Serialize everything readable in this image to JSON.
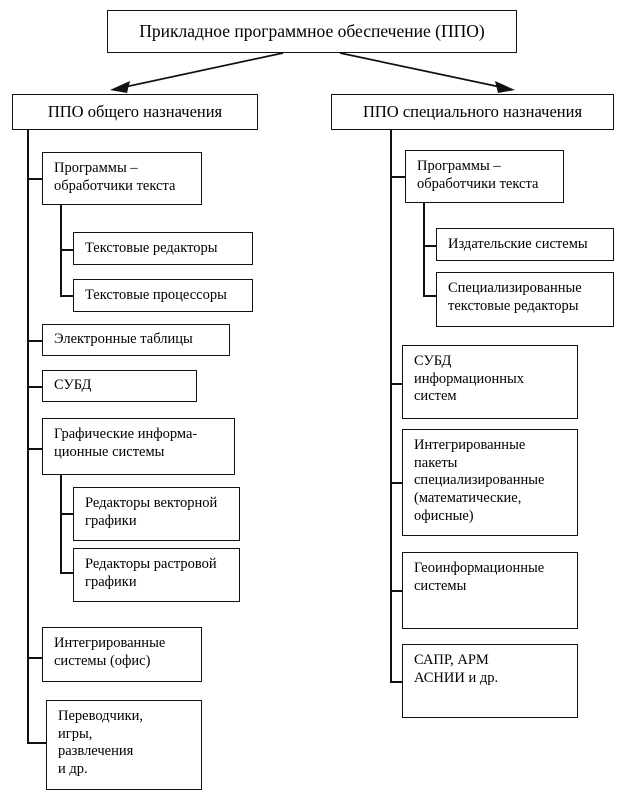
{
  "diagram": {
    "title": "Прикладное программное обеспечение (ППО)",
    "branches": {
      "left": {
        "header": "ППО общего назначения",
        "items": [
          "Программы –\nобработчики текста",
          "Текстовые редакторы",
          "Текстовые процессоры",
          "Электронные  таблицы",
          "СУБД",
          "Графические информа-\nционные системы",
          "Редакторы векторной\nграфики",
          "Редакторы растровой\nграфики",
          "Интегрированные\nсистемы (офис)",
          "Переводчики,\nигры,\nразвлечения\nи др."
        ]
      },
      "right": {
        "header": "ППО специального назначения",
        "items": [
          "Программы –\nобработчики текста",
          "Издательские системы",
          "Специализированные\nтекстовые редакторы",
          "СУБД\nинформационных\nсистем",
          "Интегрированные\nпакеты\nспециализированные\n(математические,\nофисные)",
          "Геоинформационные\nсистемы",
          "САПР, АРМ\nАСНИИ и др."
        ]
      }
    },
    "colors": {
      "line": "#111111",
      "background": "#ffffff",
      "text": "#000000"
    }
  }
}
